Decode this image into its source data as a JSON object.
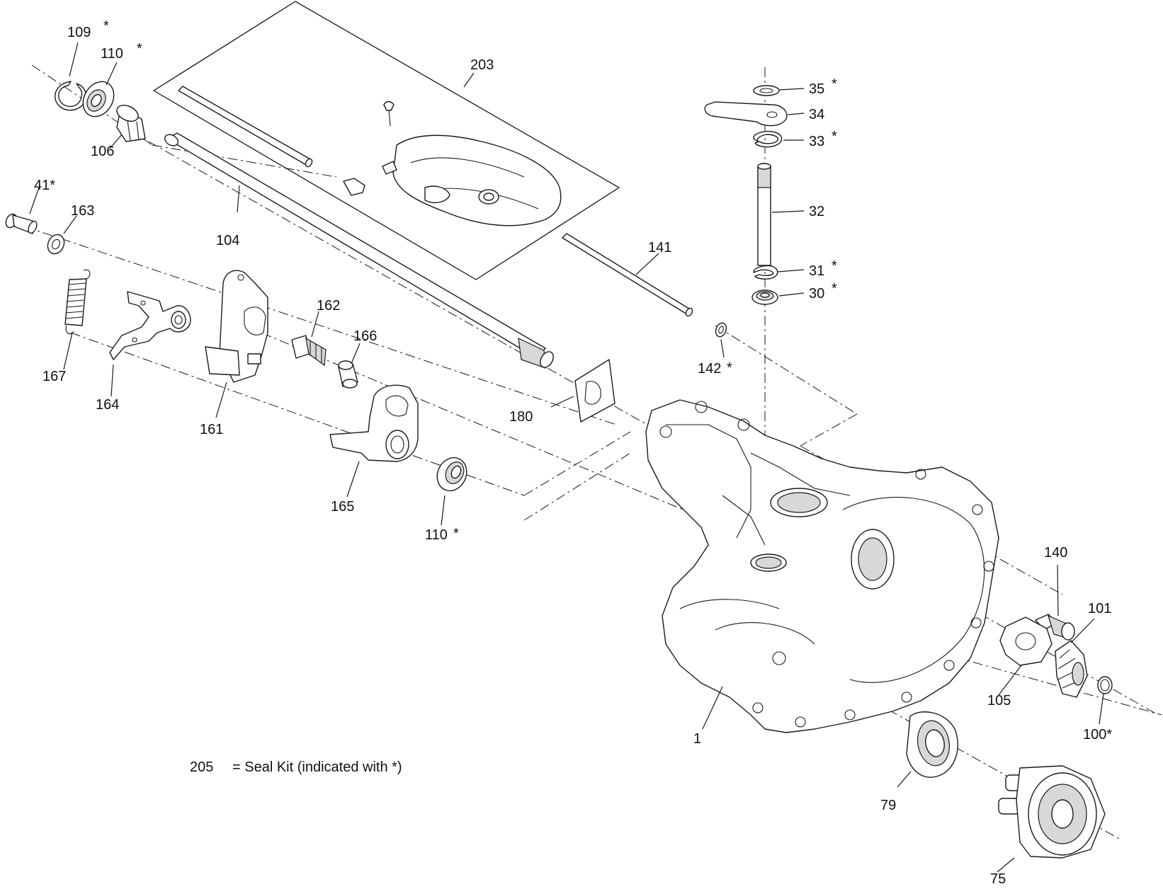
{
  "labels": {
    "p109": "109",
    "p110a": "110",
    "p106": "106",
    "p41": "41*",
    "p163": "163",
    "p104": "104",
    "p203": "203",
    "p35": "35",
    "p34": "34",
    "p33": "33",
    "p32": "32",
    "p31": "31",
    "p30": "30",
    "p141": "141",
    "p142": "142",
    "p162": "162",
    "p166": "166",
    "p167": "167",
    "p164": "164",
    "p161": "161",
    "p180": "180",
    "p165": "165",
    "p110b": "110",
    "p140": "140",
    "p101": "101",
    "p105": "105",
    "p100": "100*",
    "p1": "1",
    "p79": "79",
    "p75": "75",
    "star": "*"
  },
  "note": {
    "number": "205",
    "text": "= Seal Kit (indicated with *)"
  }
}
